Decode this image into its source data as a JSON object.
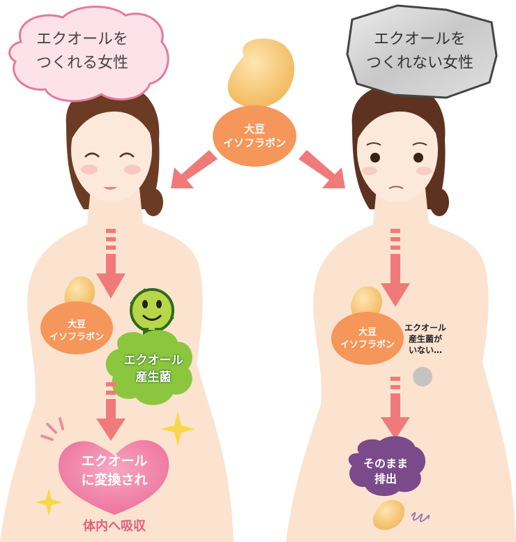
{
  "left_bubble": "エクオールを\nつくれる女性",
  "right_bubble": "エクオールを\nつくれない女性",
  "soy_top": "大豆\nイソフラボン",
  "left_soy": "大豆\nイソフラボン",
  "right_soy": "大豆\nイソフラボン",
  "bacteria": "エクオール\n産生菌",
  "converted": "エクオール\nに変換され",
  "absorbed": "体内へ吸収",
  "no_bacteria": "エクオール\n産生菌が\nいない…",
  "excreted": "そのまま\n排出",
  "colors": {
    "skin": "#fbe3d0",
    "hair": "#6b3b24",
    "soy_bean": "#f5c06a",
    "orange_label": "#f5965a",
    "arrow": "#f07a7a",
    "bacteria_green": "#8cc63f",
    "heart_pink": "#f07ca0",
    "excrete_purple": "#7a4a8a"
  }
}
